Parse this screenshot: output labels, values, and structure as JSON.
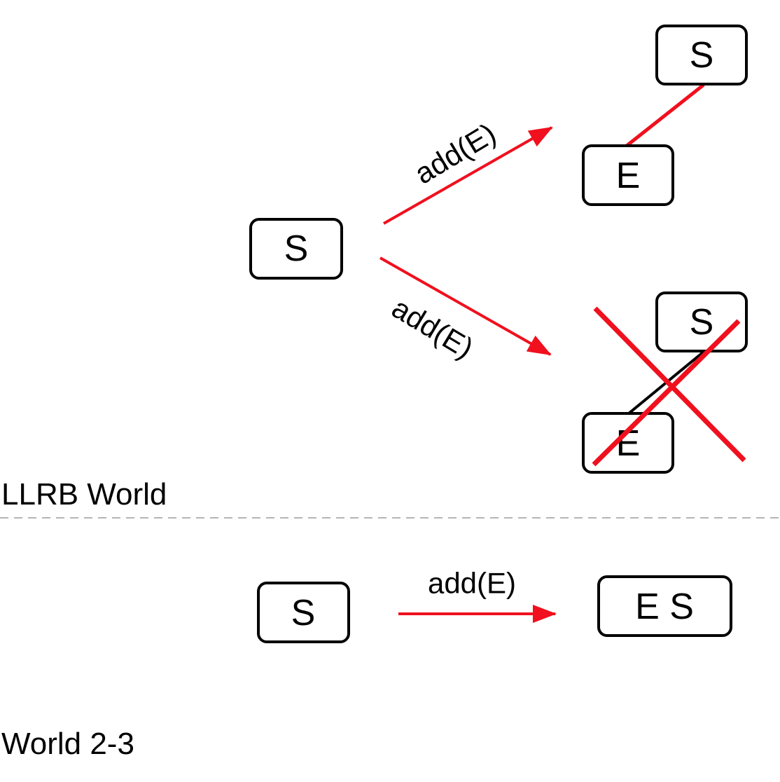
{
  "colors": {
    "red": "#f0101e",
    "black": "#000000",
    "divider": "#b5b5b5"
  },
  "llrb": {
    "world_label": "LLRB World",
    "start_node": "S",
    "top_result": {
      "root": "S",
      "child": "E"
    },
    "bottom_result": {
      "root": "S",
      "child": "E"
    },
    "top_arrow_label": "add(E)",
    "bottom_arrow_label": "add(E)"
  },
  "two_three": {
    "world_label": "World 2-3",
    "start_node": "S",
    "arrow_label": "add(E)",
    "result_node": "E S"
  }
}
